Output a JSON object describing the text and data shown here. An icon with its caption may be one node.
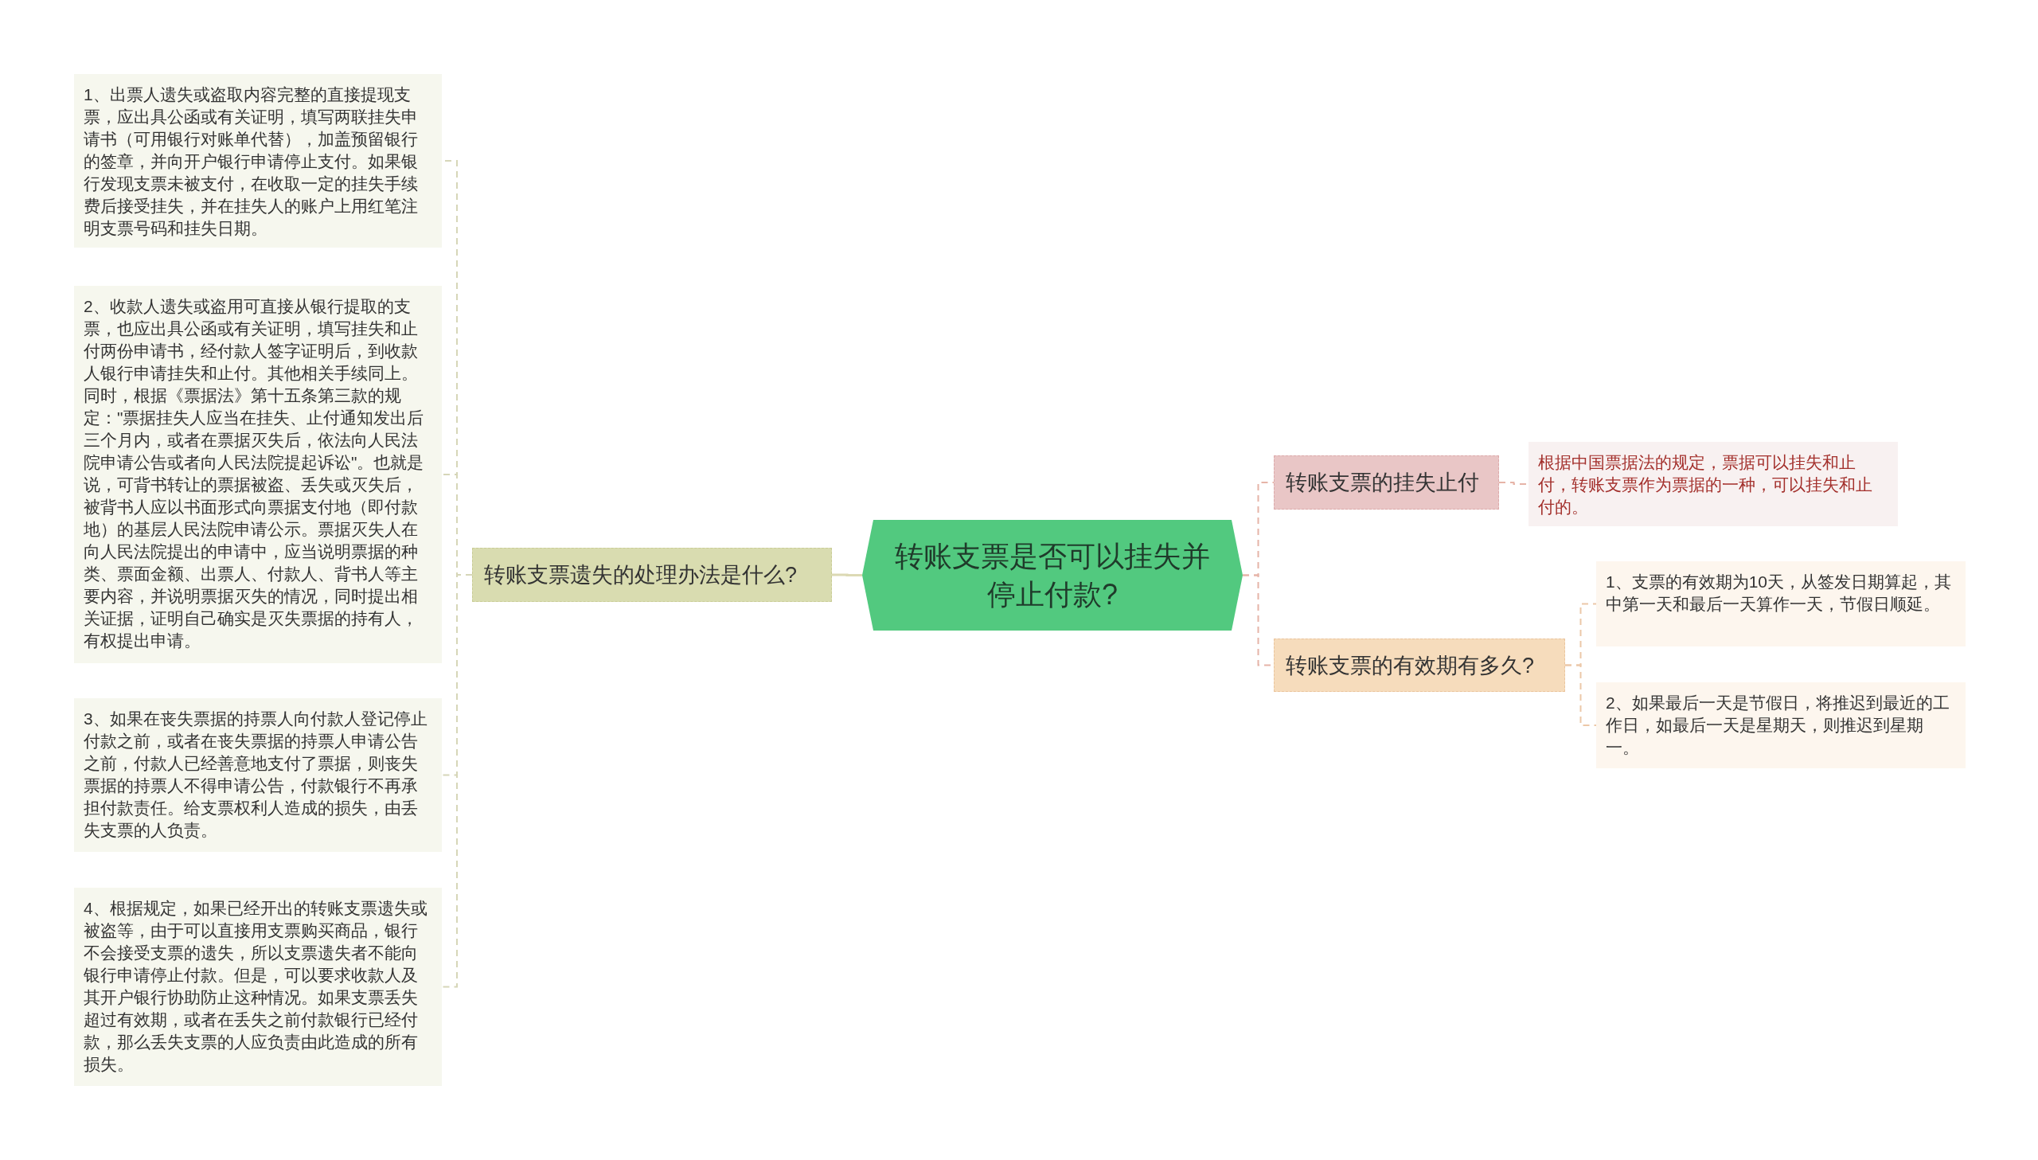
{
  "diagram": {
    "nodes": [
      {
        "text": [
          "转账支票是否可以挂失并停止付款?"
        ]
      },
      {
        "text": [
          "转账支票遗失的处理办法是什么?"
        ]
      },
      {
        "text": [
          "1、出票人遗失或盗取内容完整的直接提现支票，应出具公函或有关证明，填写两联挂失申请书（可用银行对账单代替），加盖预留银行的签章，并向开户银行申请停止支付。如果银行发现支票未被支付，在收取一定的挂失手续费后接受挂失，并在挂失人的账户上用红笔注明支票号码和挂失日期。"
        ]
      },
      {
        "text": [
          "2、收款人遗失或盗用可直接从银行提取的支票，也应出具公函或有关证明，填写挂失和止付两份申请书，经付款人签字证明后，到收款人银行申请挂失和止付。其他相关手续同上。同时，根据《票据法》第十五条第三款的规定：\"票据挂失人应当在挂失、止付通知发出后三个月内，或者在票据灭失后，依法向人民法院申请公告或者向人民法院提起诉讼\"。也就是说，可背书转让的票据被盗、丢失或灭失后，被背书人应以书面形式向票据支付地（即付款地）的基层人民法院申请公示。票据灭失人在向人民法院提出的申请中，应当说明票据的种类、票面金额、出票人、付款人、背书人等主要内容，并说明票据灭失的情况，同时提出相关证据，证明自己确实是灭失票据的持有人，有权提出申请。"
        ]
      },
      {
        "text": [
          "3、如果在丧失票据的持票人向付款人登记停止付款之前，或者在丧失票据的持票人申请公告之前，付款人已经善意地支付了票据，则丧失票据的持票人不得申请公告，付款银行不再承担付款责任。给支票权利人造成的损失，由丢失支票的人负责。"
        ]
      },
      {
        "text": [
          "4、根据规定，如果已经开出的转账支票遗失或被盗等，由于可以直接用支票购买商品，银行不会接受支票的遗失，所以支票遗失者不能向银行申请停止付款。但是，可以要求收款人及其开户银行协助防止这种情况。如果支票丢失超过有效期，或者在丢失之前付款银行已经付款，那么丢失支票的人应负责由此造成的所有损失。"
        ]
      },
      {
        "text": [
          "转账支票的挂失止付"
        ]
      },
      {
        "text": [
          "根据中国票据法的规定，票据可以挂失和止付，转账支票作为票据的一种，可以挂失和止付的。"
        ]
      },
      {
        "text": [
          "转账支票的有效期有多久?"
        ]
      },
      {
        "text": [
          "1、支票的有效期为10天，从签发日期算起，其中第一天和最后一天算作一天，节假日顺延。"
        ]
      },
      {
        "text": [
          "2、如果最后一天是节假日，将推迟到最近的工作日，如最后一天是星期天，则推迟到星期一。"
        ]
      }
    ],
    "edges": [
      {
        "from": 0,
        "to": 1,
        "arrow": "none",
        "color": "#dcd9b4"
      },
      {
        "from": 1,
        "to": 2,
        "arrow": "none",
        "style": "dashed",
        "color": "#d6d6b8"
      },
      {
        "from": 1,
        "to": 3,
        "arrow": "none",
        "style": "dashed",
        "color": "#d6d6b8"
      },
      {
        "from": 1,
        "to": 4,
        "arrow": "none",
        "style": "dashed",
        "color": "#d6d6b8"
      },
      {
        "from": 1,
        "to": 5,
        "arrow": "none",
        "style": "dashed",
        "color": "#d6d6b8"
      },
      {
        "from": 0,
        "to": 6,
        "arrow": "none",
        "style": "dashed",
        "color": "#e6b4a8"
      },
      {
        "from": 0,
        "to": 8,
        "arrow": "none",
        "style": "dashed",
        "color": "#e6b4a8"
      },
      {
        "from": 6,
        "to": 7,
        "arrow": "none",
        "style": "dashed",
        "color": "#e6b4a8"
      },
      {
        "from": 8,
        "to": 9,
        "arrow": "none",
        "style": "dashed",
        "color": "#ecc8a8"
      },
      {
        "from": 8,
        "to": 10,
        "arrow": "none",
        "style": "dashed",
        "color": "#ecc8a8"
      }
    ]
  }
}
